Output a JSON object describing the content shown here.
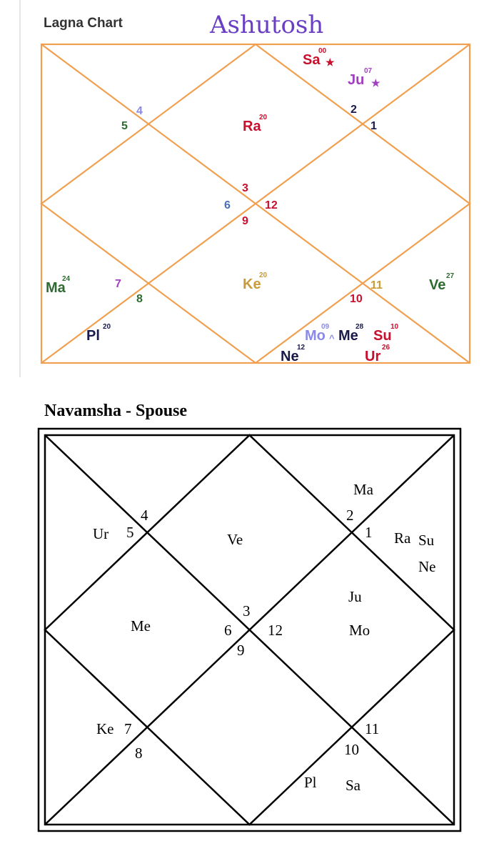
{
  "lagna": {
    "title": "Lagna Chart",
    "name": "Ashutosh",
    "houses": [
      "4",
      "5",
      "2",
      "1",
      "3",
      "6",
      "12",
      "9",
      "7",
      "8",
      "11",
      "10"
    ],
    "planets": {
      "sa": {
        "label": "Sa",
        "deg": "00",
        "mark": "★"
      },
      "ju": {
        "label": "Ju",
        "deg": "07",
        "mark": "★"
      },
      "ra": {
        "label": "Ra",
        "deg": "20"
      },
      "ke": {
        "label": "Ke",
        "deg": "20"
      },
      "ma": {
        "label": "Ma",
        "deg": "24"
      },
      "ve": {
        "label": "Ve",
        "deg": "27"
      },
      "pl": {
        "label": "Pl",
        "deg": "20"
      },
      "mo": {
        "label": "Mo",
        "deg": "09",
        "mark": "^"
      },
      "me": {
        "label": "Me",
        "deg": "28"
      },
      "su": {
        "label": "Su",
        "deg": "10"
      },
      "ne": {
        "label": "Ne",
        "deg": "12"
      },
      "ur": {
        "label": "Ur",
        "deg": "26"
      }
    },
    "colors": {
      "lines": "#f0a050",
      "red": "#c8102e",
      "green": "#2e6b30",
      "purple": "#a040c0",
      "blue": "#4a6fb5",
      "navy": "#1a1a4a",
      "mustard": "#c89a3a",
      "lavender": "#8a8ae6"
    }
  },
  "navamsha": {
    "title": "Navamsha - Spouse",
    "houses": [
      "4",
      "5",
      "2",
      "1",
      "3",
      "6",
      "12",
      "9",
      "7",
      "8",
      "11",
      "10"
    ],
    "planets": [
      "Ma",
      "Ur",
      "Ve",
      "Ra",
      "Su",
      "Ne",
      "Ju",
      "Me",
      "Mo",
      "Ke",
      "Pl",
      "Sa"
    ]
  }
}
